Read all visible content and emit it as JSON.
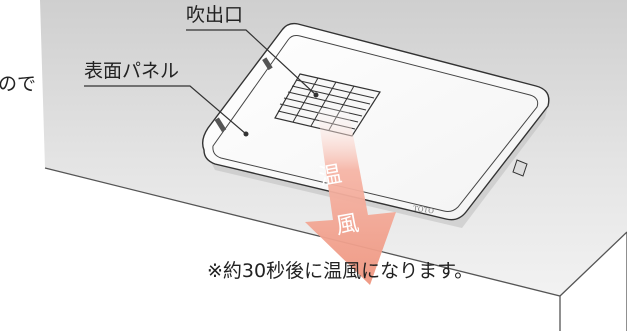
{
  "labels": {
    "outlet": "吹出口",
    "surface_panel": "表面パネル",
    "cut_text": "ので",
    "note": "※約30秒後に温風になります。",
    "arrow_text_1": "温",
    "arrow_text_2": "風",
    "brand": "TOTO"
  },
  "colors": {
    "arrow_top": "#ffd7d0",
    "arrow_bottom": "#f0a08f",
    "leader_line": "#333333",
    "floor_shade": "#d9d9d9"
  }
}
